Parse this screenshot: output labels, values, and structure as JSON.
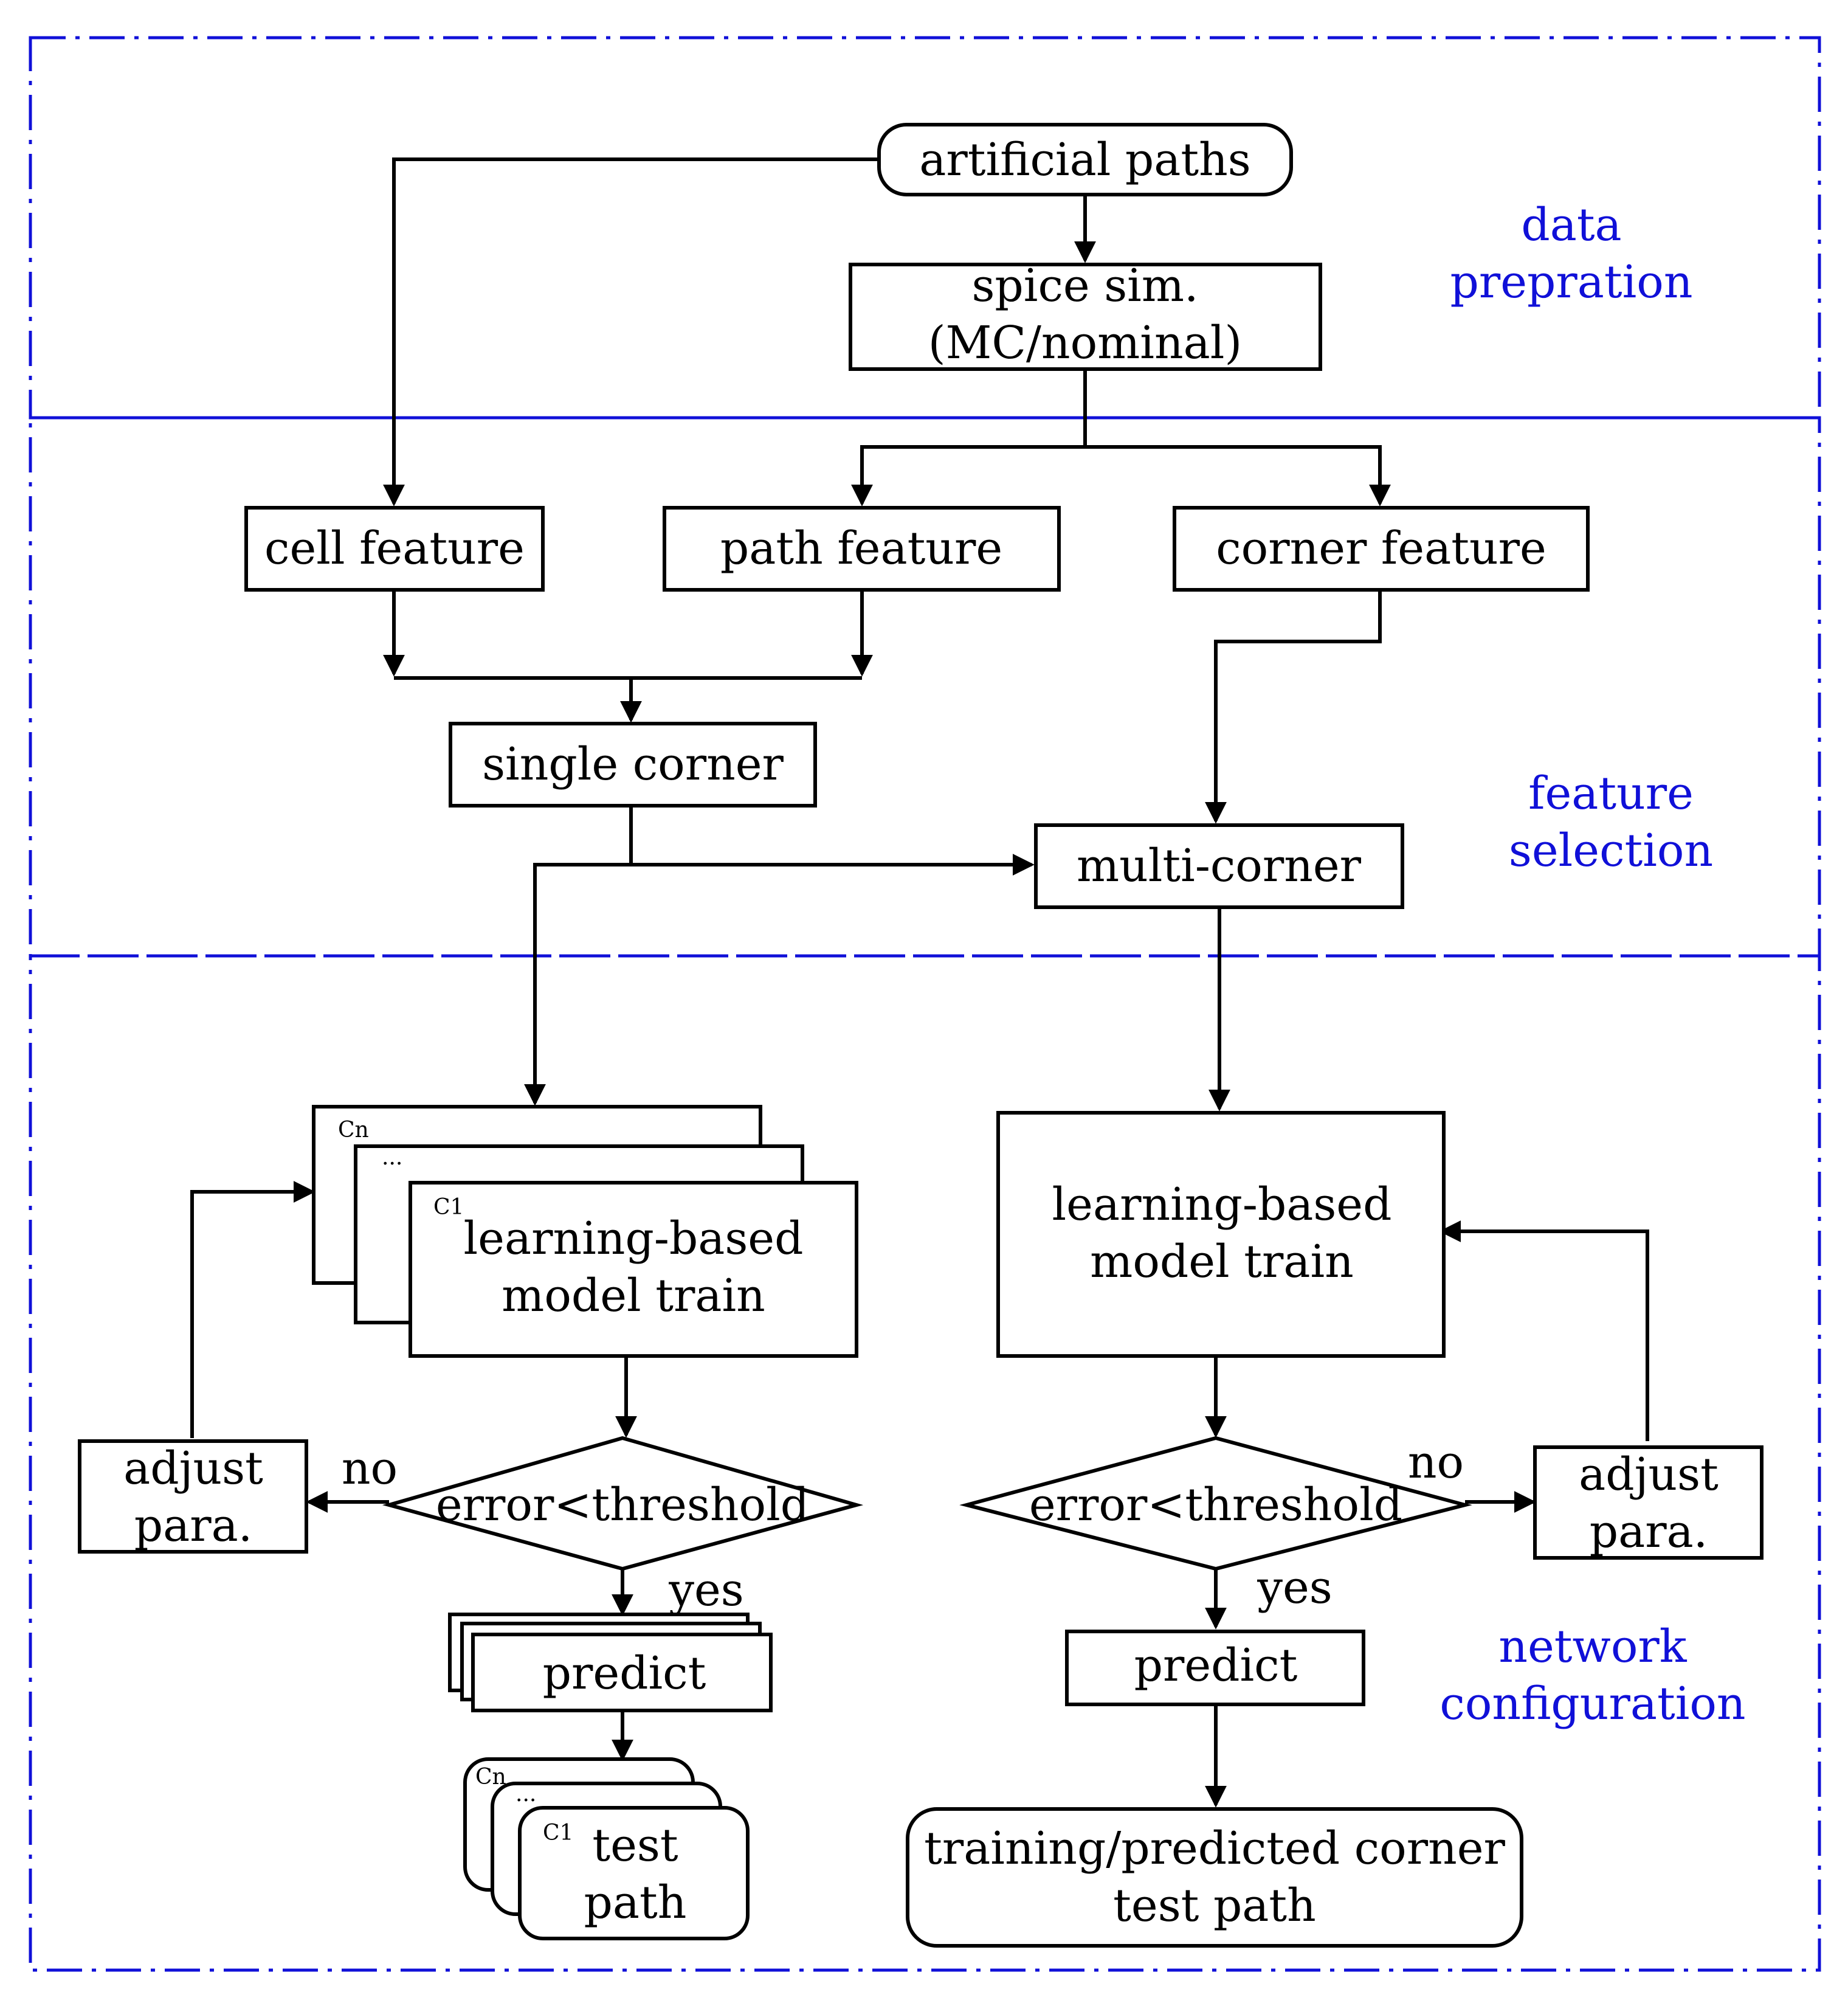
{
  "colors": {
    "section": "#1010d8",
    "line": "#000000"
  },
  "sections": {
    "data_prep": [
      "data",
      "prepration"
    ],
    "feature_selection": [
      "feature",
      "selection"
    ],
    "network_config": [
      "network",
      "configuration"
    ]
  },
  "nodes": {
    "artificial_paths": "artificial paths",
    "spice_sim": [
      "spice sim.",
      "(MC/nominal)"
    ],
    "cell_feature": "cell feature",
    "path_feature": "path feature",
    "corner_feature": "corner feature",
    "single_corner": "single corner",
    "multi_corner": "multi-corner",
    "left_train": {
      "title": [
        "learning-based",
        "model train"
      ],
      "stack_top": "Cn",
      "stack_mid": "...",
      "stack_front": "C1"
    },
    "right_train": [
      "learning-based",
      "model train"
    ],
    "left_decision": "error<threshold",
    "right_decision": "error<threshold",
    "left_adjust": [
      "adjust",
      "para."
    ],
    "right_adjust": [
      "adjust",
      "para."
    ],
    "left_predict": "predict",
    "right_predict": "predict",
    "left_test_path": {
      "title": [
        "test",
        "path"
      ],
      "stack_top": "Cn",
      "stack_mid": "...",
      "stack_front": "C1"
    },
    "right_result": [
      "training/predicted corner",
      "test path"
    ]
  },
  "edges": {
    "no": "no",
    "yes": "yes"
  }
}
